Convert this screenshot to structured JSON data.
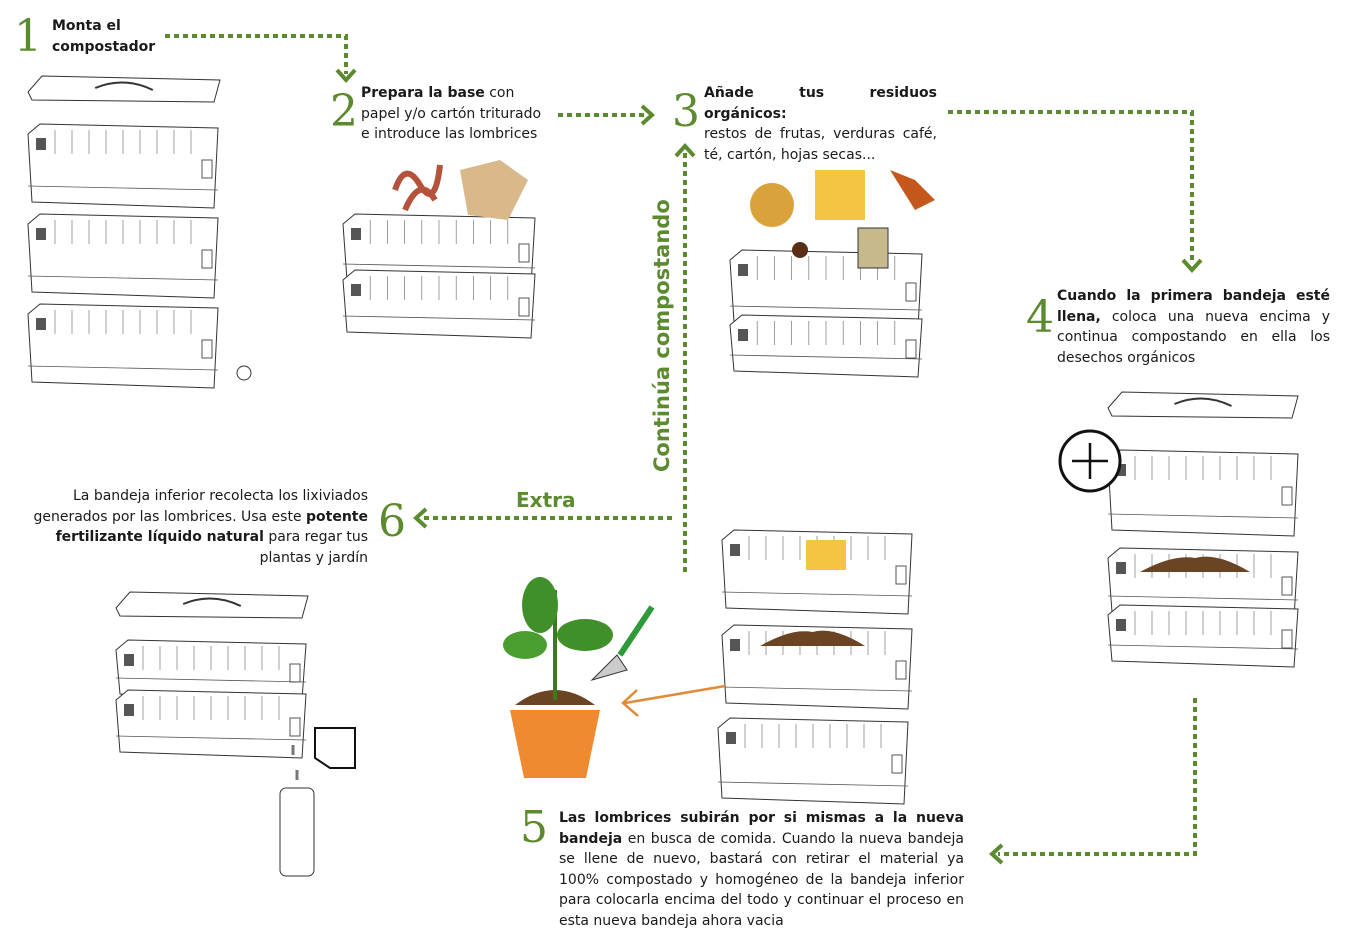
{
  "colors": {
    "accent": "#5b8a2f",
    "orange_arrow": "#e08a3a",
    "pot": "#f08a30",
    "soil": "#6b4423"
  },
  "steps": [
    {
      "number": "1",
      "lines": [
        {
          "bold": "Monta el"
        },
        {
          "bold": "compostador"
        }
      ]
    },
    {
      "number": "2",
      "bold": "Prepara la base",
      "rest": " con",
      "line2": "papel y/o cartón triturado",
      "line3": "e introduce las lombrices"
    },
    {
      "number": "3",
      "bold": "Añade tus residuos orgánicos:",
      "rest": "restos de frutas, verduras café, té, cartón, hojas secas..."
    },
    {
      "number": "4",
      "bold": "Cuando la primera bandeja esté llena,",
      "rest": " coloca una nueva encima y continua compostando en ella los desechos orgánicos"
    },
    {
      "number": "5",
      "bold": "Las lombrices subirán por si mismas a la nueva bandeja",
      "rest": " en busca de comida. Cuando la nueva bandeja se llene de nuevo, bastará con retirar el material ya 100%  compostado y homogéneo de la bandeja inferior para colocarla encima del todo y continuar el proceso en esta nueva bandeja ahora vacia"
    },
    {
      "number": "6",
      "pre": "La  bandeja inferior recolecta los lixiviados generados por las lombrices. Usa este ",
      "bold": "potente fertilizante líquido natural",
      "rest": " para regar tus plantas y jardín"
    }
  ],
  "labels": {
    "extra": "Extra",
    "continue": "Continúa compostando"
  }
}
